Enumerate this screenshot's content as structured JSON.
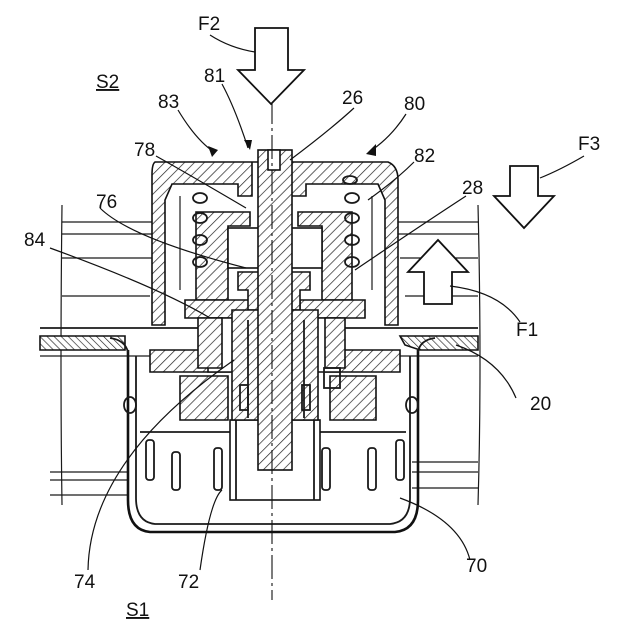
{
  "labels": {
    "F2": "F2",
    "S2": "S2",
    "n81": "81",
    "n26": "26",
    "n83": "83",
    "n80": "80",
    "F3": "F3",
    "n78": "78",
    "n82": "82",
    "n28": "28",
    "n76": "76",
    "n84": "84",
    "F1": "F1",
    "n20": "20",
    "n74": "74",
    "n72": "72",
    "n70": "70",
    "S1": "S1"
  }
}
